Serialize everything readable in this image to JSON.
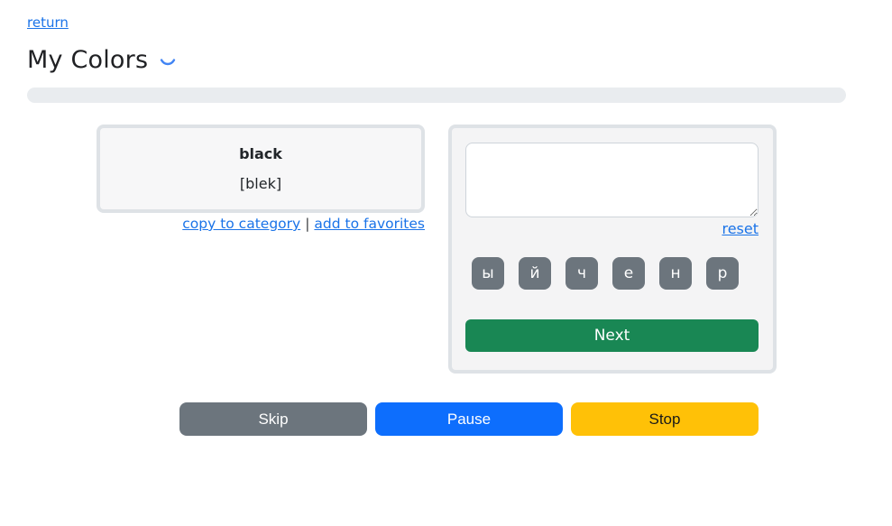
{
  "header": {
    "return_link": "return",
    "title": "My Colors"
  },
  "progress": {
    "percent": 0
  },
  "word_panel": {
    "word": "black",
    "transcription": "[blek]",
    "copy_link": "copy to category",
    "separator": "|",
    "favorites_link": "add to favorites"
  },
  "answer_panel": {
    "input_value": "",
    "reset_label": "reset",
    "letters": [
      "ы",
      "й",
      "ч",
      "е",
      "н",
      "р"
    ],
    "next_label": "Next"
  },
  "controls": {
    "skip_label": "Skip",
    "pause_label": "Pause",
    "stop_label": "Stop"
  },
  "icons": {
    "chevron": "chevron-down-icon"
  },
  "colors": {
    "link_blue": "#1a73e8",
    "letter_button_gray": "#6c757d",
    "next_green": "#198754",
    "skip_gray": "#6c757d",
    "pause_blue": "#0d6efd",
    "stop_yellow": "#ffc107",
    "card_border": "#dee2e6",
    "progress_track": "#e9ecef",
    "chevron_blue": "#4285f4"
  }
}
